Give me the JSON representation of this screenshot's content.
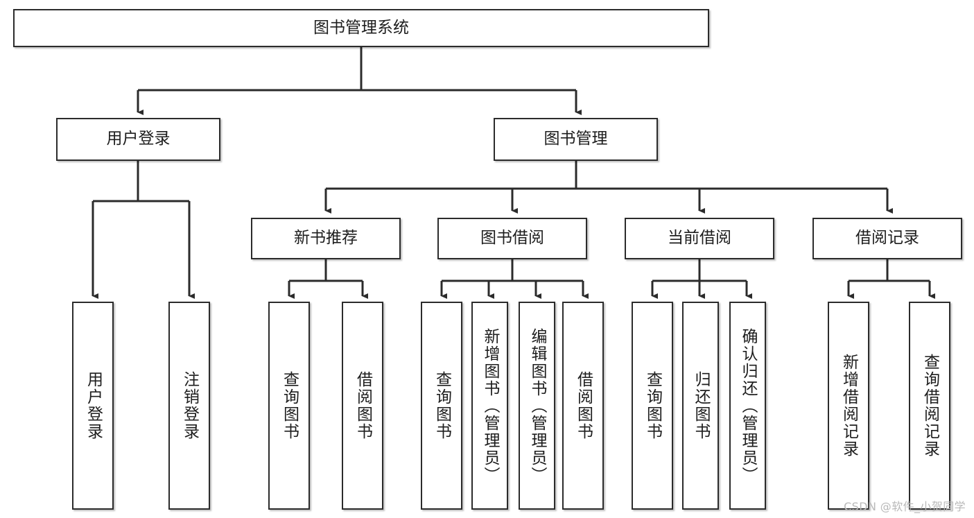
{
  "diagram": {
    "type": "tree-hierarchy",
    "title": "图书管理系统",
    "watermark": "CSDN @软件_小贺同学",
    "colors": {
      "border": "#2b2b2b",
      "background": "#ffffff",
      "text": "#1d1d1d",
      "watermark": "#b9b9b9"
    },
    "levels": {
      "root": {
        "label": "图书管理系统"
      },
      "level2": [
        {
          "label": "用户登录"
        },
        {
          "label": "图书管理"
        }
      ],
      "level3": [
        {
          "label": "新书推荐"
        },
        {
          "label": "图书借阅"
        },
        {
          "label": "当前借阅"
        },
        {
          "label": "借阅记录"
        }
      ],
      "level4": [
        {
          "label": "用户登录",
          "parent": "用户登录"
        },
        {
          "label": "注销登录",
          "parent": "用户登录"
        },
        {
          "label": "查询图书",
          "parent": "新书推荐"
        },
        {
          "label": "借阅图书",
          "parent": "新书推荐"
        },
        {
          "label": "查询图书",
          "parent": "图书借阅"
        },
        {
          "label": "新增图书（管理员）",
          "parent": "图书借阅"
        },
        {
          "label": "编辑图书（管理员）",
          "parent": "图书借阅"
        },
        {
          "label": "借阅图书",
          "parent": "图书借阅"
        },
        {
          "label": "查询图书",
          "parent": "当前借阅"
        },
        {
          "label": "归还图书",
          "parent": "当前借阅"
        },
        {
          "label": "确认归还（管理员）",
          "parent": "当前借阅"
        },
        {
          "label": "新增借阅记录",
          "parent": "借阅记录"
        },
        {
          "label": "查询借阅记录",
          "parent": "借阅记录"
        }
      ]
    }
  }
}
